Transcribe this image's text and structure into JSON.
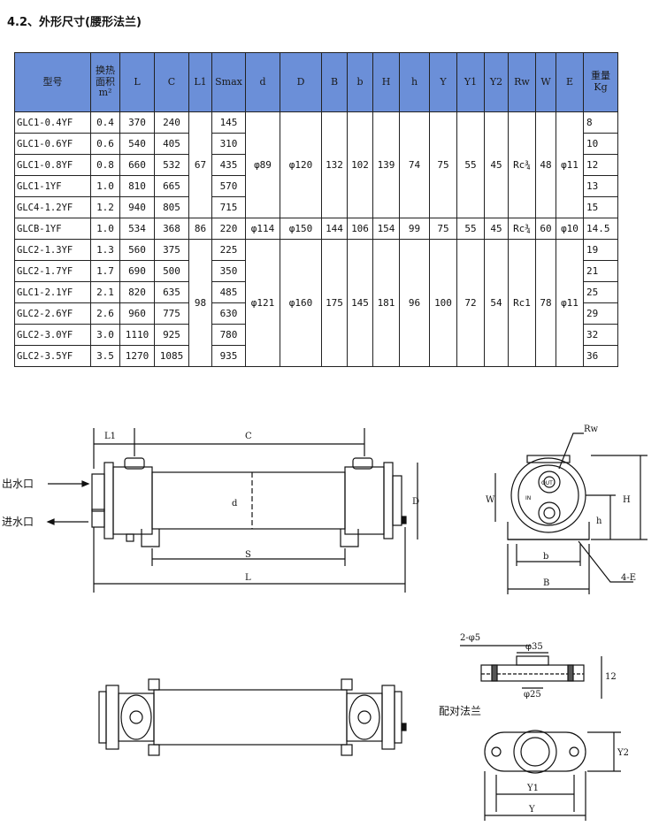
{
  "title": "4.2、外形尺寸(腰形法兰)",
  "table": {
    "headers": [
      "型号",
      "换热\n面积\nm²",
      "L",
      "C",
      "L1",
      "Smax",
      "d",
      "D",
      "B",
      "b",
      "H",
      "h",
      "Y",
      "Y1",
      "Y2",
      "Rw",
      "W",
      "E",
      "重量\nKg"
    ],
    "rows": [
      [
        "GLC1-0.4YF",
        "0.4",
        "370",
        "240",
        "145",
        "8"
      ],
      [
        "GLC1-0.6YF",
        "0.6",
        "540",
        "405",
        "310",
        "10"
      ],
      [
        "GLC1-0.8YF",
        "0.8",
        "660",
        "532",
        "435",
        "12"
      ],
      [
        "GLC1-1YF",
        "1.0",
        "810",
        "665",
        "570",
        "13"
      ],
      [
        "GLC4-1.2YF",
        "1.2",
        "940",
        "805",
        "715",
        "15"
      ],
      [
        "GLCB-1YF",
        "1.0",
        "534",
        "368",
        "220",
        "14.5"
      ],
      [
        "GLC2-1.3YF",
        "1.3",
        "560",
        "375",
        "225",
        "19"
      ],
      [
        "GLC2-1.7YF",
        "1.7",
        "690",
        "500",
        "350",
        "21"
      ],
      [
        "GLC1-2.1YF",
        "2.1",
        "820",
        "635",
        "485",
        "25"
      ],
      [
        "GLC2-2.6YF",
        "2.6",
        "960",
        "775",
        "630",
        "29"
      ],
      [
        "GLC2-3.0YF",
        "3.0",
        "1110",
        "925",
        "780",
        "32"
      ],
      [
        "GLC2-3.5YF",
        "3.5",
        "1270",
        "1085",
        "935",
        "36"
      ]
    ],
    "group1": {
      "L1": "67",
      "d": "φ89",
      "D": "φ120",
      "B": "132",
      "b": "102",
      "H": "139",
      "h": "74",
      "Y": "75",
      "Y1": "55",
      "Y2": "45",
      "Rw": "Rc¾",
      "W": "48",
      "E": "φ11"
    },
    "group2": {
      "L1": "86",
      "d": "φ114",
      "D": "φ150",
      "B": "144",
      "b": "106",
      "H": "154",
      "h": "99",
      "Y": "75",
      "Y1": "55",
      "Y2": "45",
      "Rw": "Rc¾",
      "W": "60",
      "E": "φ10"
    },
    "group3": {
      "L1": "98",
      "d": "φ121",
      "D": "φ160",
      "B": "175",
      "b": "145",
      "H": "181",
      "h": "96",
      "Y": "100",
      "Y1": "72",
      "Y2": "54",
      "Rw": "Rc1",
      "W": "78",
      "E": "φ11"
    }
  },
  "drawing": {
    "outlet": "出水口",
    "inlet": "进水口",
    "dim_L1": "L1",
    "dim_C": "C",
    "dim_S": "S",
    "dim_L": "L",
    "dim_d": "d",
    "dim_D": "D",
    "dim_W": "W",
    "dim_H": "H",
    "dim_h": "h",
    "dim_b": "b",
    "dim_B": "B",
    "dim_Rw": "Rw",
    "dim_4E": "4-E",
    "flange_title": "配对法兰",
    "flange_holes": "2-φ5",
    "flange_d35": "φ35",
    "flange_d25": "φ25",
    "flange_12": "12",
    "flange_Y1": "Y1",
    "flange_Y": "Y",
    "flange_Y2": "Y2",
    "end_in": "IN",
    "end_out": "OUT"
  }
}
